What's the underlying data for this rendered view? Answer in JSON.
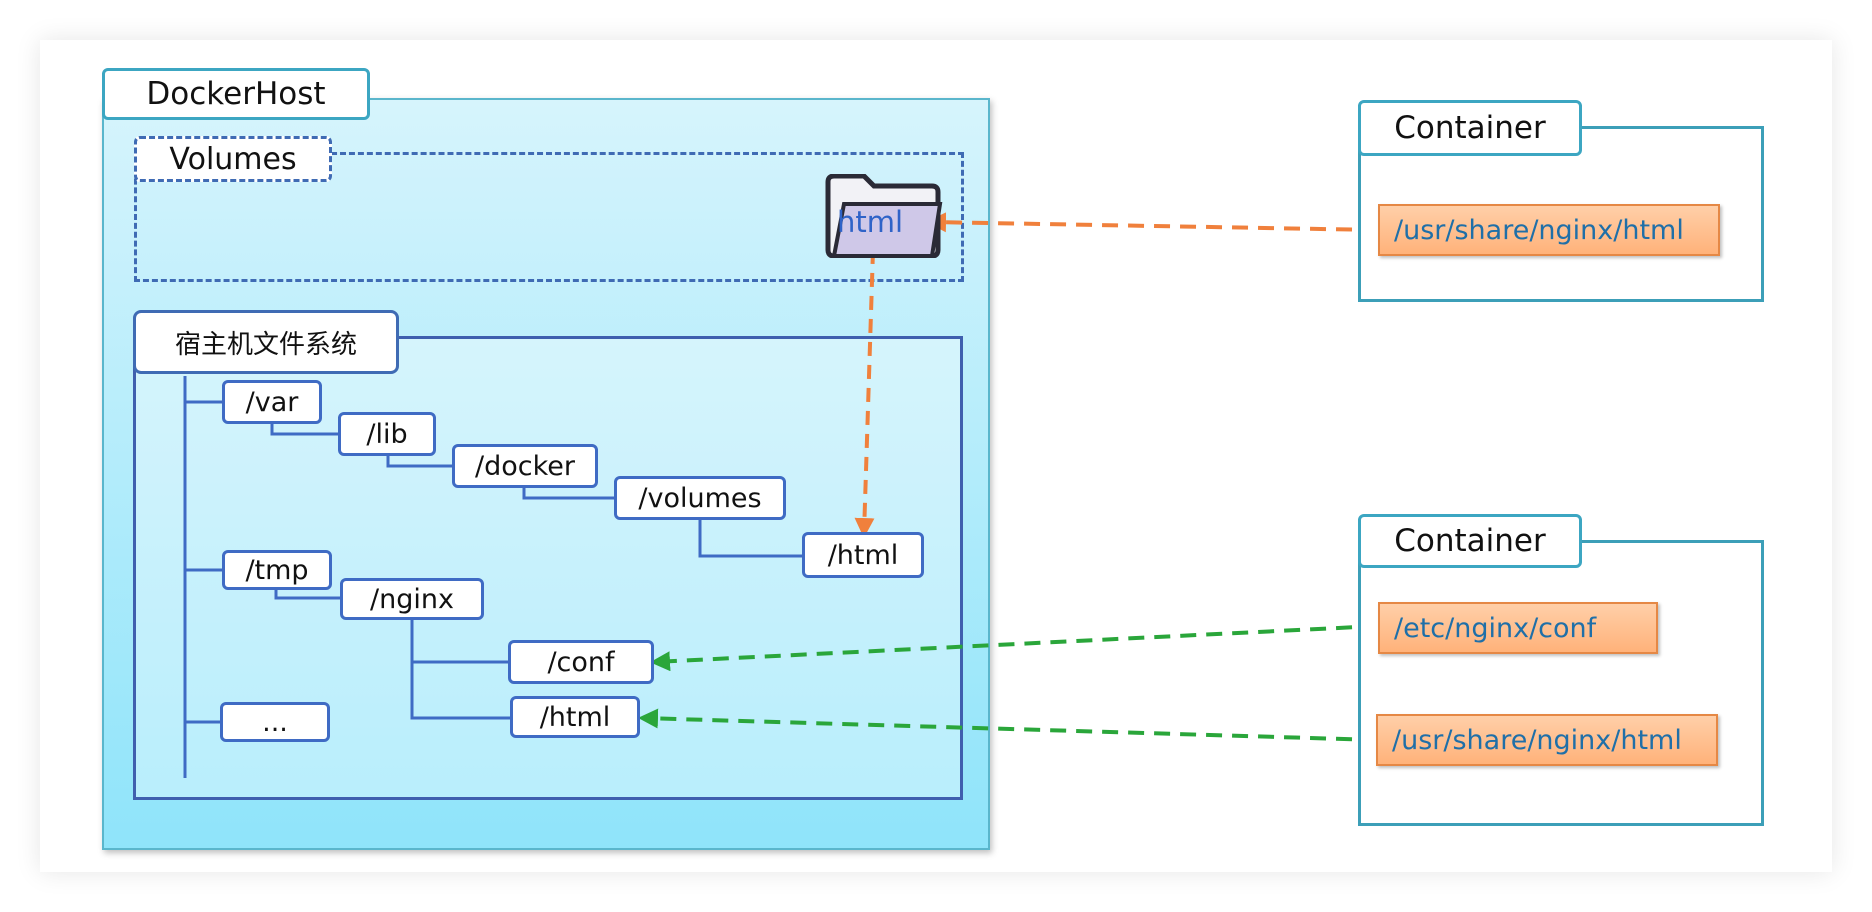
{
  "docker_host": {
    "title": "DockerHost",
    "volumes": {
      "title": "Volumes",
      "folder_label": "html"
    },
    "host_fs": {
      "title": "宿主机文件系统",
      "nodes": [
        "/var",
        "/lib",
        "/docker",
        "/volumes",
        "/html",
        "/tmp",
        "/nginx",
        "/conf",
        "/html",
        "..."
      ]
    }
  },
  "containers": [
    {
      "title": "Container",
      "paths": [
        "/usr/share/nginx/html"
      ]
    },
    {
      "title": "Container",
      "paths": [
        "/etc/nginx/conf",
        "/usr/share/nginx/html"
      ]
    }
  ],
  "colors": {
    "volume_mount_arrow": "#f0803c",
    "bind_mount_arrow": "#2aa63a",
    "tree_line": "#3f6bc4",
    "path_text": "#1f6fa8"
  }
}
